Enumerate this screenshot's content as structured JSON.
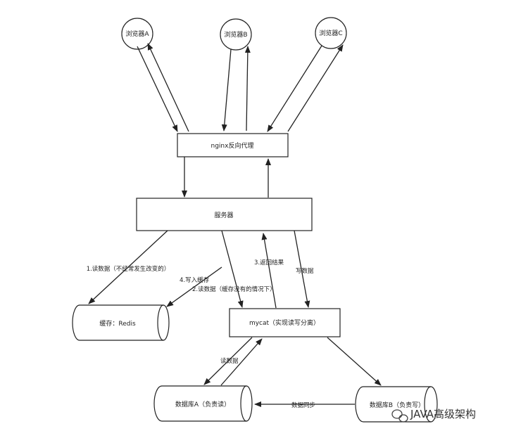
{
  "nodes": {
    "browser_a": "浏览器A",
    "browser_b": "浏览器B",
    "browser_c": "浏览器C",
    "nginx": "nginx反向代理",
    "server": "服务器",
    "redis": "缓存：Redis",
    "mycat": "mycat（实现读写分离）",
    "db_a": "数据库A（负责读）",
    "db_b": "数据库B（负责写）"
  },
  "edge_labels": {
    "read_cache": "1.读数据（不经常发生改变的）",
    "write_cache": "4.写入缓存",
    "read_db": "2.读数据（缓存没有的情况下）",
    "return_result": "3.返回结果",
    "write_data": "写数据",
    "read_data": "读数据",
    "sync": "数据同步"
  },
  "watermark": "JAVA高级架构",
  "colors": {
    "stroke": "#222222",
    "background": "#ffffff",
    "text": "#222222"
  }
}
